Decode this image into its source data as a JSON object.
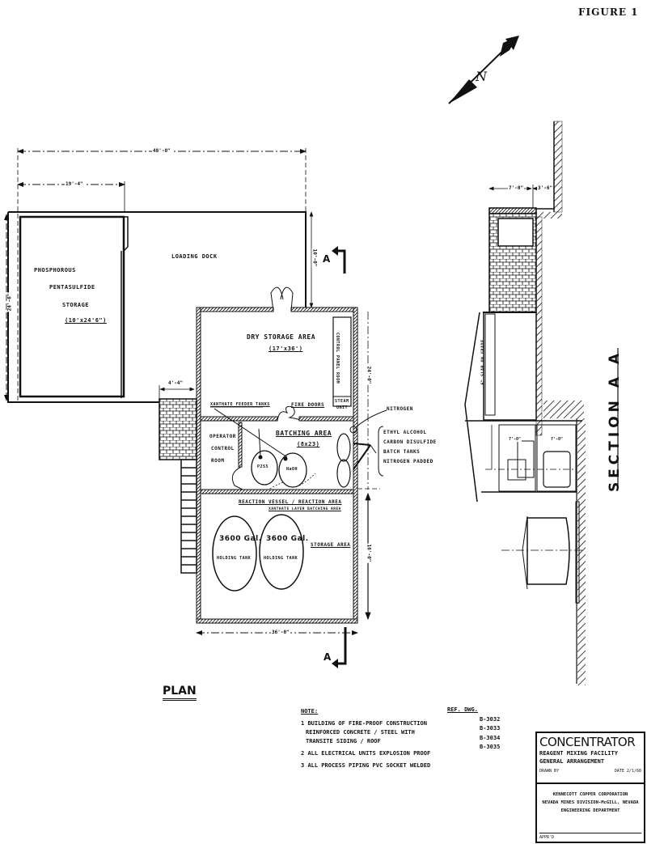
{
  "figure_label": "FIGURE 1",
  "north_arrow": {
    "icon": "north-arrow-icon",
    "letter": "N"
  },
  "plan": {
    "title": "PLAN",
    "dimensions": {
      "overall_width": "48'-0\"",
      "storage_width": "19'-4\"",
      "overall_depth": "24'-6\"",
      "stair_width": "4'-4\"",
      "building_width": "36'-0\"",
      "right_upper": "24'-0\"",
      "right_lower": "16'-0\"",
      "right_top": "10'-0\""
    },
    "rooms": {
      "phosphorous_storage": {
        "line1": "PHOSPHOROUS",
        "line2": "PENTASULFIDE",
        "line3": "STORAGE",
        "size": "(10'x24'6\")"
      },
      "loading_dock": "LOADING DOCK",
      "dry_storage": {
        "name": "DRY STORAGE AREA",
        "size": "(17'x36')"
      },
      "control_panel_room": "CONTROL PANEL ROOM",
      "steam_unit": {
        "line1": "STEAM",
        "line2": "UNIT"
      },
      "batching_area": {
        "name": "BATCHING AREA",
        "size": "(8x23)"
      },
      "operator_control_room": {
        "line1": "OPERATOR",
        "line2": "CONTROL",
        "line3": "ROOM"
      },
      "reaction_area": {
        "line1": "REACTION VESSEL / REACTION AREA",
        "line2": "XANTHATE LAYER BATCHING AREA"
      },
      "storage_area": "STORAGE AREA"
    },
    "labels": {
      "xanthate_feeder_tanks": "XANTHATE FEEDER TANKS",
      "fire_doors": "FIRE DOORS",
      "nitrogen": "NITROGEN",
      "batch_tanks": {
        "line1": "ETHYL ALCOHOL",
        "line2": "CARBON DISULFIDE",
        "line3": "BATCH TANKS",
        "line4": "NITROGEN PADDED"
      },
      "tank_a": "P2S5",
      "tank_b": "NaOH",
      "holding_tank_1": {
        "capacity": "3600 Gal.",
        "name": "HOLDING TANK"
      },
      "holding_tank_2": {
        "capacity": "3600 Gal.",
        "name": "HOLDING TANK"
      }
    },
    "section_markers": {
      "top": "A",
      "bottom": "A"
    }
  },
  "section": {
    "title": "SECTION  A A",
    "dimensions": {
      "width_a": "7'-0\"",
      "width_b": "3'-6\"",
      "interior_a": "7'-0\"",
      "interior_b": "7'-0\""
    },
    "labels": {
      "slab": "6\" SLAB ON GRADE"
    }
  },
  "notes": {
    "heading": "NOTE:",
    "items": [
      {
        "num": "1",
        "line1": "BUILDING OF FIRE-PROOF CONSTRUCTION",
        "line2": "REINFORCED CONCRETE / STEEL WITH",
        "line3": "TRANSITE SIDING / ROOF"
      },
      {
        "num": "2",
        "line1": "ALL ELECTRICAL UNITS EXPLOSION PROOF"
      },
      {
        "num": "3",
        "line1": "ALL PROCESS PIPING PVC SOCKET WELDED"
      }
    ]
  },
  "reference_drawings": {
    "heading": "REF. DWG.",
    "items": [
      "B-3032",
      "B-3033",
      "B-3034",
      "B-3035"
    ]
  },
  "title_block": {
    "title": "CONCENTRATOR",
    "subtitle1": "REAGENT MIXING FACILITY",
    "subtitle2": "GENERAL ARRANGEMENT",
    "drawn_by": "DRAWN BY",
    "date": "DATE 2/1/68",
    "company": "KENNECOTT COPPER CORPORATION",
    "division": "NEVADA MINES DIVISION-McGILL, NEVADA",
    "department": "ENGINEERING DEPARTMENT",
    "approved": "APPR'D"
  }
}
